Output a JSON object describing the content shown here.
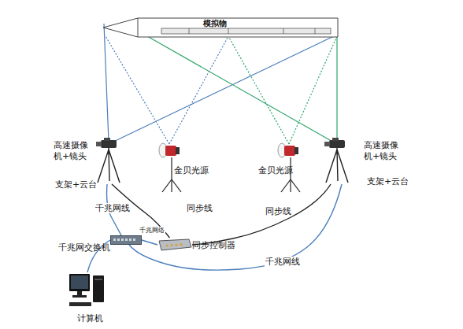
{
  "diagram": {
    "nodes": [
      {
        "text": [
          "模拟物"
        ]
      },
      {
        "text": [
          "高速摄像机+镜头",
          "支架+云台"
        ]
      },
      {
        "text": [
          "金贝光源"
        ]
      },
      {
        "text": [
          "金贝光源"
        ]
      },
      {
        "text": [
          "高速摄像机+镜头",
          "支架+云台"
        ]
      },
      {
        "text": [
          "千兆网交换机"
        ]
      },
      {
        "text": [
          "同步控制器"
        ]
      },
      {
        "text": [
          "计算机"
        ]
      }
    ],
    "edges": [
      {
        "from": 1,
        "to": 5,
        "label": "千兆网线",
        "arrow": "none"
      },
      {
        "from": 1,
        "to": 6,
        "label": "同步线",
        "arrow": "none"
      },
      {
        "from": 4,
        "to": 6,
        "label": "同步线",
        "arrow": "none"
      },
      {
        "from": 4,
        "to": 5,
        "label": "千兆网线",
        "arrow": "none"
      },
      {
        "from": 5,
        "to": 6,
        "label": "千兆网络",
        "arrow": "none"
      },
      {
        "from": 5,
        "to": 7,
        "arrow": "none"
      }
    ]
  }
}
